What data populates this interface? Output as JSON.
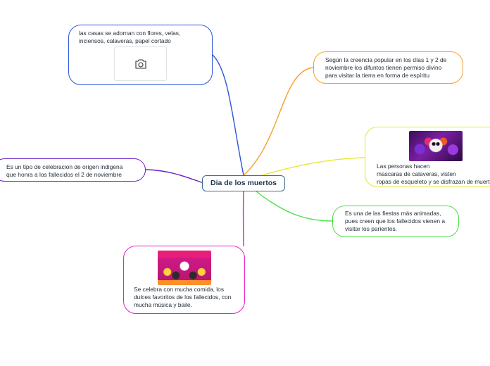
{
  "central_topic": "Dia de los muertos",
  "branches": {
    "decorations": "las casas se adornan con flores, velas,\ninciensos, calaveras, papel cortado",
    "belief": "Según la creencia popular en los días 1 y 2 de\nnoviembre los difuntos tienen permiso divino\npara visitar la tierra en forma de espíritu",
    "costumes": "Las personas hacen\nmascaras de calaveras, visten\nropas de esqueleto y se disfrazan de muertos",
    "festivity": "Es una de las fiestas más animadas,\npues creen que los fallecidos vienen a\nvisitar los parientes.",
    "definition": "Es un tipo de celebracion de origen indigena\nque honra a los fallecidos el 2 de noviembre",
    "food": "Se celebra con mucha comida, los\ndulces favoritos de los fallecidos, con\nmucha música y baile."
  },
  "icons": {
    "image_placeholder": "camera-icon",
    "costumes_image": "catrina-face-paint-photo",
    "food_image": "altar-ofrenda-photo"
  },
  "colors": {
    "central_border": "#3f6a93",
    "decorations": "#2a56d8",
    "belief": "#f5a02a",
    "costumes": "#e5ea2e",
    "festivity": "#4de046",
    "definition": "#6a1ec8",
    "food": "#e61fc8"
  }
}
